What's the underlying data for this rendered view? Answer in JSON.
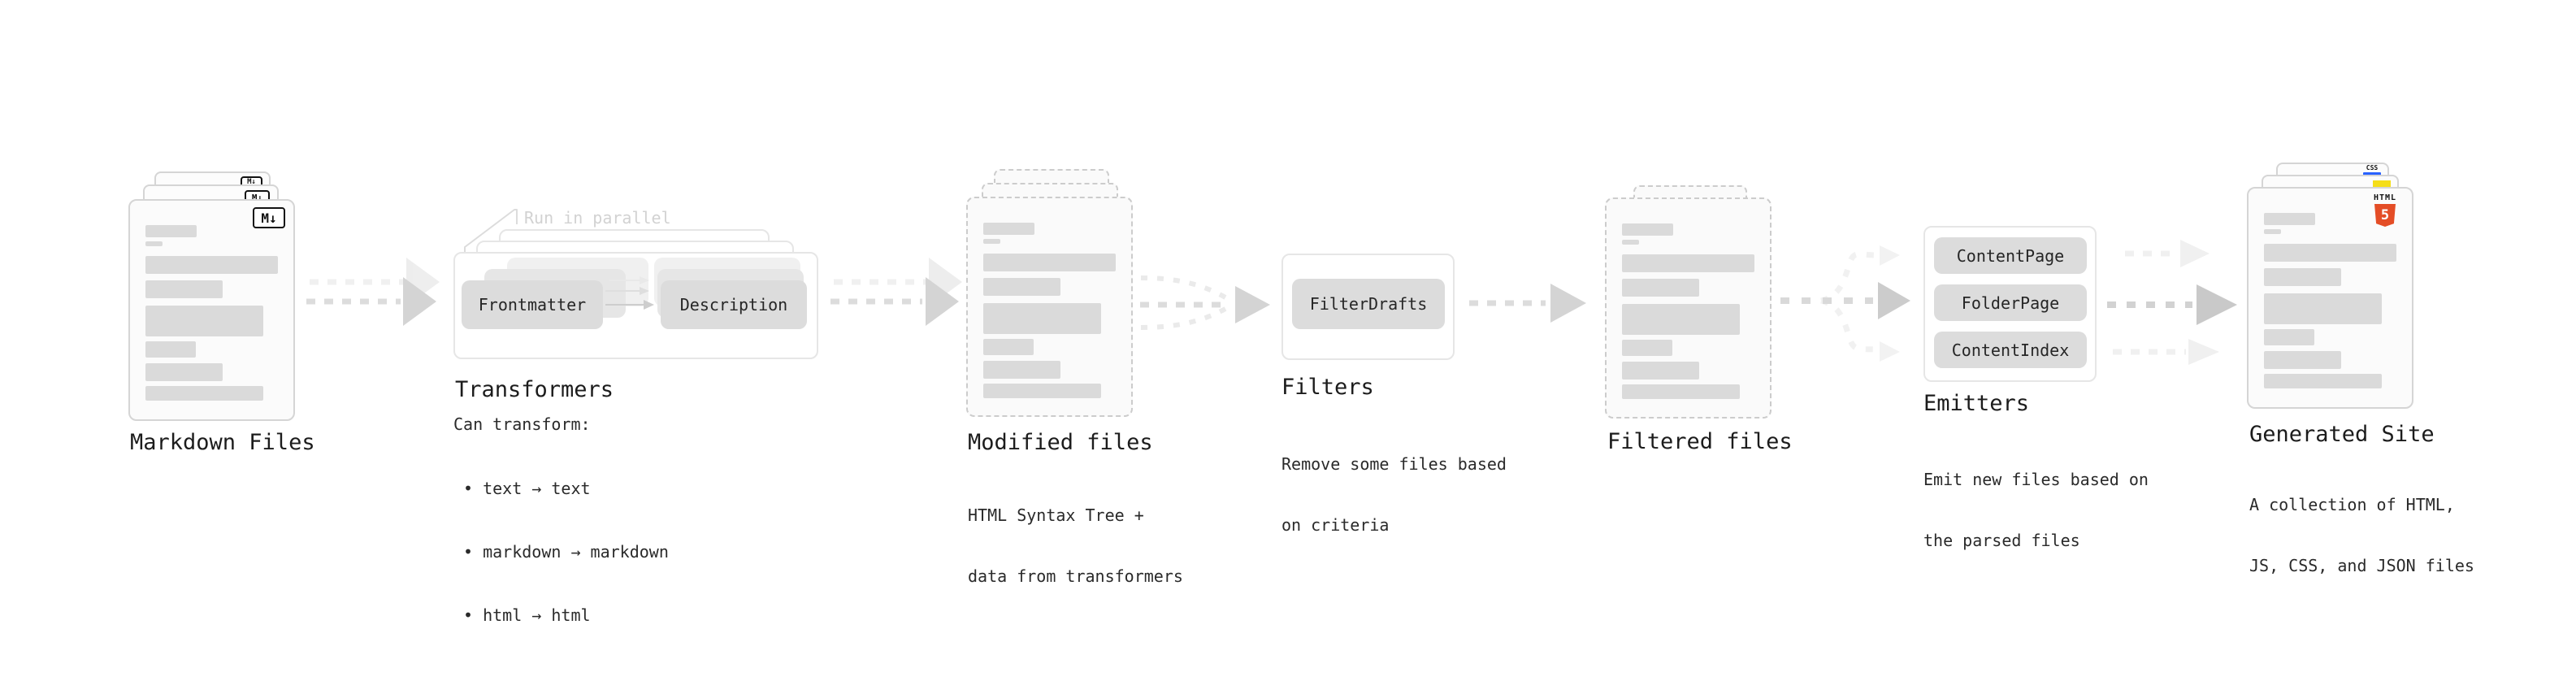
{
  "colors": {
    "card_border": "#d5d5d5",
    "pill_bg": "#dcdcdc",
    "arrow_gray": "#d9d9d9",
    "text": "#1f1f1f",
    "annotation_gray": "#d2d2d2",
    "markdown_black": "#111111",
    "html5_orange": "#e44d26",
    "js_yellow": "#f5de19",
    "css_blue": "#2962ff"
  },
  "stages": {
    "markdown_files": {
      "label": "Markdown Files",
      "badge": "M↓"
    },
    "transformers": {
      "label": "Transformers",
      "annotation": "Run in parallel",
      "box_left": "Frontmatter",
      "box_right": "Description",
      "desc_title": "Can transform:",
      "bullets": [
        "text → text",
        "markdown → markdown",
        "html → html"
      ]
    },
    "modified_files": {
      "label": "Modified files",
      "desc_lines": [
        "HTML Syntax Tree +",
        "data from transformers"
      ]
    },
    "filters": {
      "label": "Filters",
      "box": "FilterDrafts",
      "desc_lines": [
        "Remove some files based",
        "on criteria"
      ]
    },
    "filtered_files": {
      "label": "Filtered files"
    },
    "emitters": {
      "label": "Emitters",
      "boxes": [
        "ContentPage",
        "FolderPage",
        "ContentIndex"
      ],
      "desc_lines": [
        "Emit new files based on",
        "the parsed files"
      ]
    },
    "generated_site": {
      "label": "Generated Site",
      "desc_lines": [
        "A collection of HTML,",
        "JS, CSS, and JSON files"
      ],
      "badge_css": "CSS",
      "badge_html_word": "HTML",
      "badge_html_number": "5"
    }
  }
}
